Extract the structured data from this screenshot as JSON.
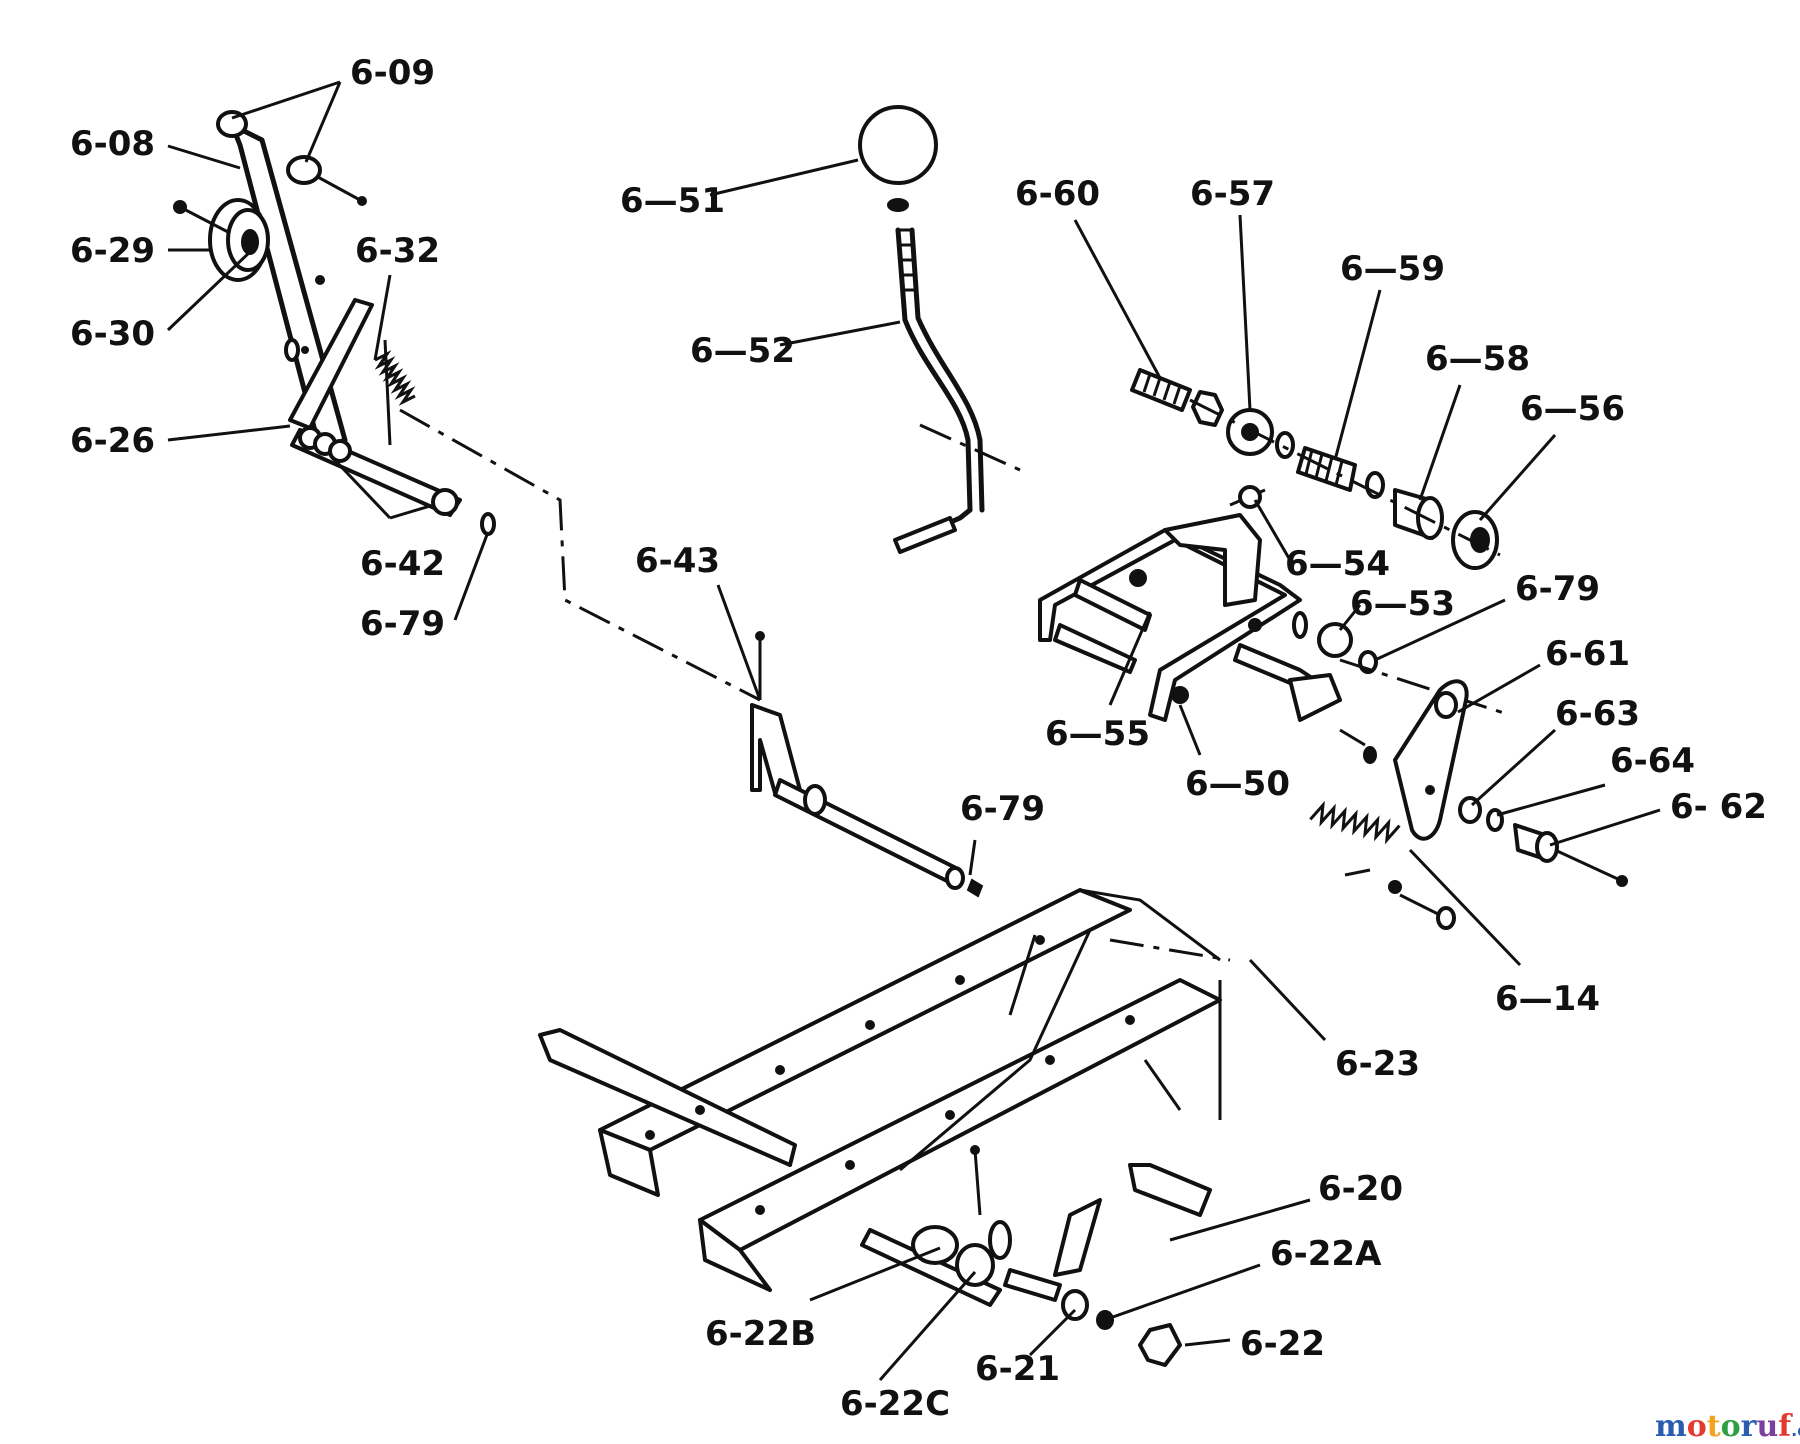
{
  "labels": [
    {
      "id": "6-09",
      "text": "6-09"
    },
    {
      "id": "6-08",
      "text": "6-08"
    },
    {
      "id": "6-29",
      "text": "6-29"
    },
    {
      "id": "6-32",
      "text": "6-32"
    },
    {
      "id": "6-30",
      "text": "6-30"
    },
    {
      "id": "6-26",
      "text": "6-26"
    },
    {
      "id": "6-42",
      "text": "6-42"
    },
    {
      "id": "6-79a",
      "text": "6-79"
    },
    {
      "id": "6-51",
      "text": "6—51"
    },
    {
      "id": "6-52",
      "text": "6—52"
    },
    {
      "id": "6-60",
      "text": "6-60"
    },
    {
      "id": "6-57",
      "text": "6-57"
    },
    {
      "id": "6-59",
      "text": "6—59"
    },
    {
      "id": "6-58",
      "text": "6—58"
    },
    {
      "id": "6-56",
      "text": "6—56"
    },
    {
      "id": "6-54",
      "text": "6—54"
    },
    {
      "id": "6-53",
      "text": "6—53"
    },
    {
      "id": "6-79b",
      "text": "6-79"
    },
    {
      "id": "6-43",
      "text": "6-43"
    },
    {
      "id": "6-55",
      "text": "6—55"
    },
    {
      "id": "6-50",
      "text": "6—50"
    },
    {
      "id": "6-61",
      "text": "6-61"
    },
    {
      "id": "6-63",
      "text": "6-63"
    },
    {
      "id": "6-64",
      "text": "6-64"
    },
    {
      "id": "6-62",
      "text": "6- 62"
    },
    {
      "id": "6-79c",
      "text": "6-79"
    },
    {
      "id": "6-14",
      "text": "6—14"
    },
    {
      "id": "6-23",
      "text": "6-23"
    },
    {
      "id": "6-20",
      "text": "6-20"
    },
    {
      "id": "6-22A",
      "text": "6-22A"
    },
    {
      "id": "6-22B",
      "text": "6-22B"
    },
    {
      "id": "6-22",
      "text": "6-22"
    },
    {
      "id": "6-21",
      "text": "6-21"
    },
    {
      "id": "6-22C",
      "text": "6-22C"
    }
  ],
  "watermark": {
    "brand": "motoruf",
    "suffix": ".de"
  },
  "colors": {
    "ink": "#111111",
    "background": "#ffffff",
    "watermark_m": "#2a5db0",
    "watermark_o1": "#e23b2e",
    "watermark_t": "#f2a31b",
    "watermark_o2": "#2f9e44",
    "watermark_r": "#2a5db0",
    "watermark_u": "#7b3fa0",
    "watermark_f": "#e23b2e"
  }
}
